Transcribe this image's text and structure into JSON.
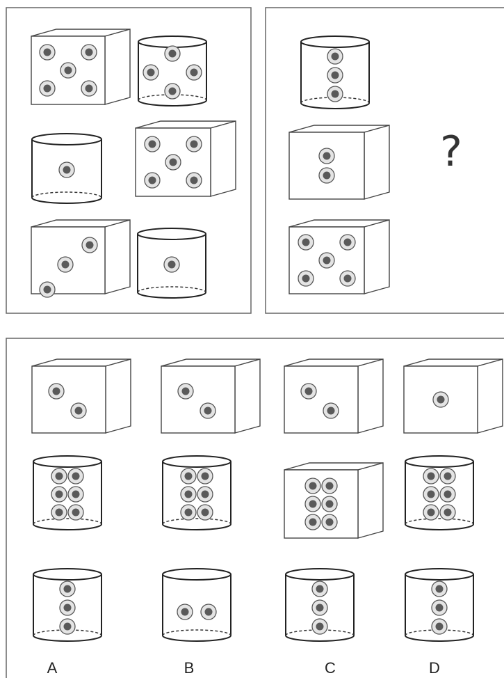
{
  "question_mark": "?",
  "given_panel": {
    "items": [
      {
        "shape": "cube",
        "dots": 5
      },
      {
        "shape": "cylinder",
        "dots": 4
      },
      {
        "shape": "cylinder",
        "dots": 1
      },
      {
        "shape": "cube",
        "dots": 5
      },
      {
        "shape": "cube",
        "dots": 3
      },
      {
        "shape": "cylinder",
        "dots": 1
      }
    ]
  },
  "sequence_panel": {
    "items": [
      {
        "shape": "cylinder",
        "dots": 3
      },
      {
        "shape": "cube",
        "dots": 2
      },
      {
        "shape": "cube",
        "dots": 5
      }
    ]
  },
  "options": [
    {
      "label": "A",
      "items": [
        {
          "shape": "cube",
          "dots": 2
        },
        {
          "shape": "cylinder",
          "dots": 6
        },
        {
          "shape": "cylinder",
          "dots": 3
        }
      ]
    },
    {
      "label": "B",
      "items": [
        {
          "shape": "cube",
          "dots": 2
        },
        {
          "shape": "cylinder",
          "dots": 6
        },
        {
          "shape": "cylinder",
          "dots": 2
        }
      ]
    },
    {
      "label": "C",
      "items": [
        {
          "shape": "cube",
          "dots": 2
        },
        {
          "shape": "cube",
          "dots": 6
        },
        {
          "shape": "cylinder",
          "dots": 3
        }
      ]
    },
    {
      "label": "D",
      "items": [
        {
          "shape": "cube",
          "dots": 1
        },
        {
          "shape": "cylinder",
          "dots": 6
        },
        {
          "shape": "cylinder",
          "dots": 3
        }
      ]
    }
  ]
}
